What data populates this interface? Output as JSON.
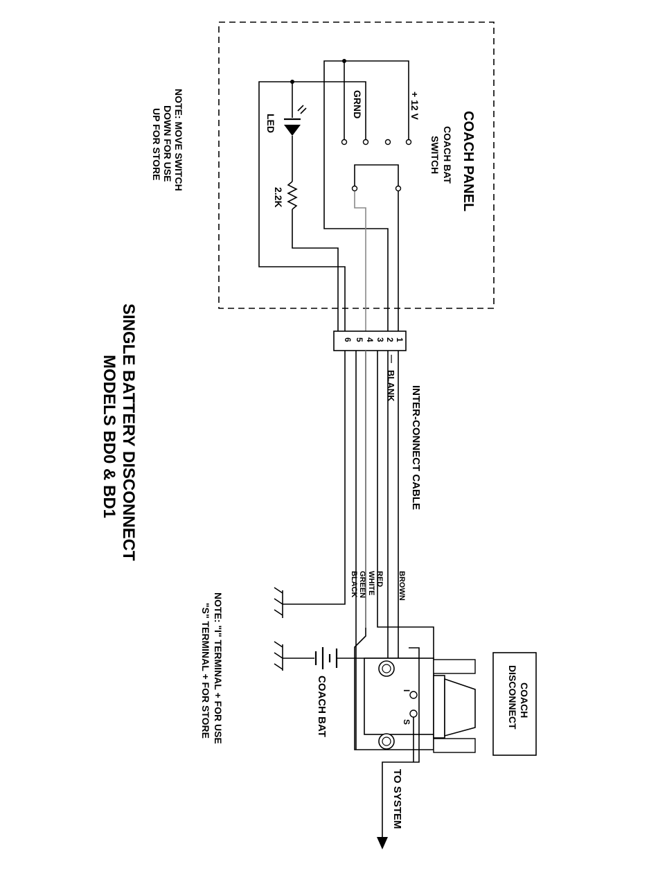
{
  "title": {
    "line1": "SINGLE BATTERY DISCONNECT",
    "line2": "MODELS BD0 & BD1"
  },
  "coach_panel": {
    "title": "COACH PANEL",
    "switch_line1": "COACH BAT",
    "switch_line2": "SWITCH",
    "plus12v": "+ 12 V",
    "ground": "GRND",
    "led": "LED",
    "resistor": "2.2K"
  },
  "note_switch": {
    "line1": "NOTE: MOVE SWITCH",
    "line2": "DOWN FOR USE",
    "line3": "UP FOR STORE"
  },
  "terminal_block": {
    "pins": [
      "1",
      "2",
      "3",
      "4",
      "5",
      "6"
    ],
    "dash": "—",
    "blank": "BLANK"
  },
  "cable": {
    "label": "INTER-CONNECT CABLE",
    "wires": [
      "BROWN",
      "RED",
      "WHITE",
      "GREEN",
      "BLACK"
    ]
  },
  "coach_disconnect": {
    "line1": "COACH",
    "line2": "DISCONNECT",
    "terminal_i": "I",
    "terminal_s": "S"
  },
  "coach_bat": "COACH BAT",
  "to_system": "TO SYSTEM",
  "note_terminal": {
    "line1": "NOTE: \"I\" TERMINAL + FOR USE",
    "line2": "\"S\" TERMINAL + FOR STORE"
  }
}
